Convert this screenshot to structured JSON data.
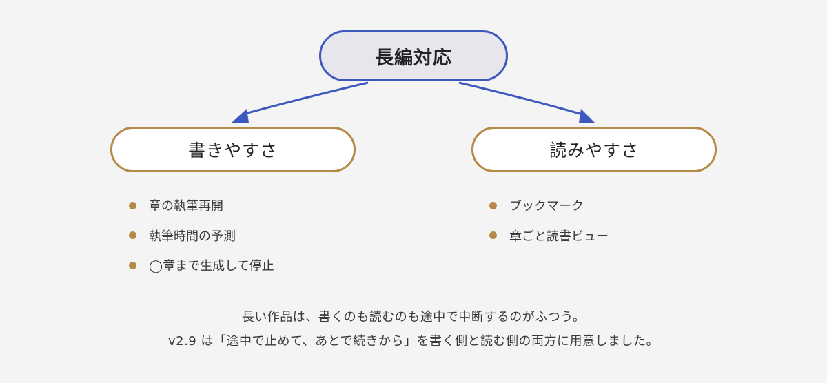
{
  "root": {
    "label": "長編対応"
  },
  "branches": [
    {
      "label": "書きやすさ",
      "items": [
        "章の執筆再開",
        "執筆時間の予測",
        "◯章まで生成して停止"
      ]
    },
    {
      "label": "読みやすさ",
      "items": [
        "ブックマーク",
        "章ごと読書ビュー"
      ]
    }
  ],
  "footer": {
    "line1": "長い作品は、書くのも読むのも途中で中断するのがふつう。",
    "line2": "v2.9 は「途中で止めて、あとで続きから」を書く側と読む側の両方に用意しました。"
  },
  "colors": {
    "root_border": "#3d59be",
    "root_fill": "#e6e6ec",
    "branch_border": "#b48a46",
    "bullet": "#b48a46",
    "connector": "#3d59be",
    "background": "#f4f4f4"
  }
}
